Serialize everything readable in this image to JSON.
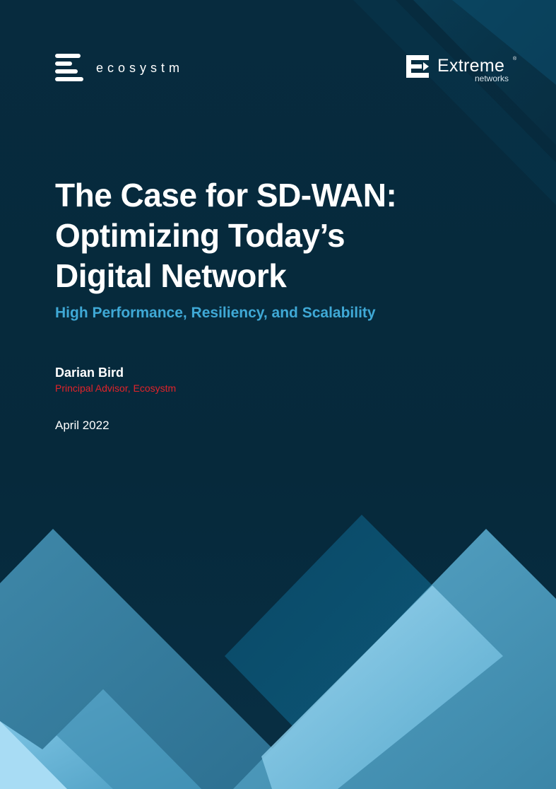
{
  "header": {
    "ecosystm_logo_text": "ecosystm",
    "extreme_logo_text": "Extreme",
    "extreme_logo_subtext": "networks",
    "extreme_logo_mark": "®"
  },
  "cover": {
    "title_lines": [
      "The Case for SD-WAN:",
      "Optimizing Today’s",
      "Digital Network"
    ],
    "subtitle": "High Performance, Resiliency, and Scalability",
    "author_name": "Darian Bird",
    "author_role": "Principal Advisor, Ecosystm",
    "date": "April 2022"
  },
  "colors": {
    "background": "#062a3c",
    "subtitle": "#3fa9d6",
    "author_role": "#e2232a",
    "text": "#ffffff"
  },
  "icons": {
    "ecosystm": "ecosystm-logo-icon",
    "extreme": "extreme-networks-logo-icon"
  }
}
